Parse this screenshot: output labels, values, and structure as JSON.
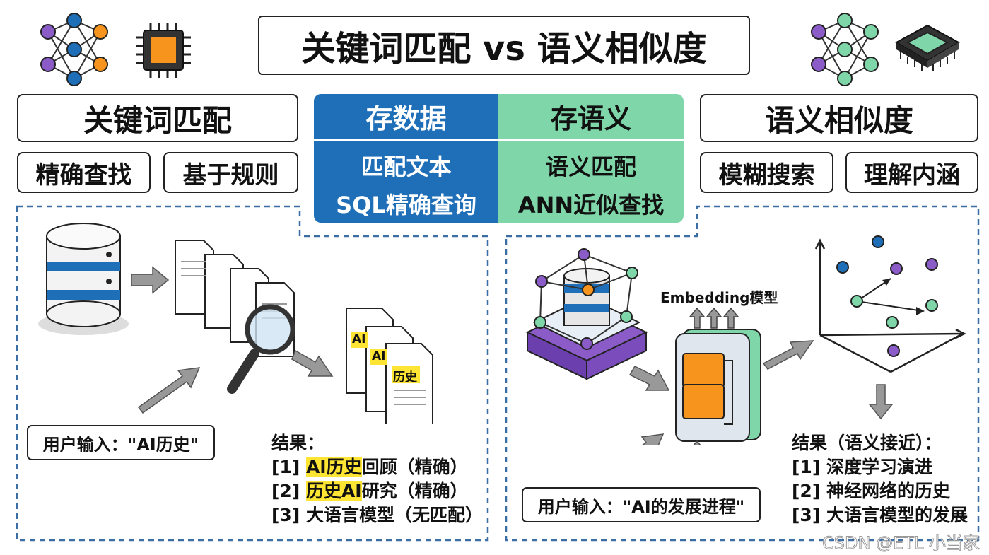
{
  "title": "关键词匹配 vs 语义相似度",
  "left": {
    "heading": "关键词匹配",
    "tags": [
      "精确查找",
      "基于规则"
    ],
    "user_input": "用户输入：\"AI历史\"",
    "doc_labels": [
      "AI",
      "AI",
      "历史"
    ],
    "results_title": "结果：",
    "results": [
      {
        "prefix": "[1] ",
        "highlight": "AI历史",
        "rest": "回顾（精确）"
      },
      {
        "prefix": "[2] ",
        "highlight": "历史AI",
        "rest": "研究（精确）"
      },
      {
        "prefix": "[3] ",
        "highlight": "",
        "rest": "大语言模型（无匹配）"
      }
    ]
  },
  "center": {
    "left_head": "存数据",
    "left_lines": [
      "匹配文本",
      "SQL精确查询"
    ],
    "right_head": "存语义",
    "right_lines": [
      "语义匹配",
      "ANN近似查找"
    ]
  },
  "right": {
    "heading": "语义相似度",
    "tags": [
      "模糊搜索",
      "理解内涵"
    ],
    "model_label": "Embedding模型",
    "user_input": "用户输入：\"AI的发展进程\"",
    "results_title": "结果（语义接近）：",
    "results": [
      "[1] 深度学习演进",
      "[2] 神经网络的历史",
      "[3] 大语言模型的发展"
    ]
  },
  "watermark": "CSDN @ETL 小当家",
  "colors": {
    "blue": "#1f6fb8",
    "green": "#7fd6a9",
    "orange": "#f7941d",
    "purple": "#8b5cc8",
    "highlight": "#ffe533"
  }
}
